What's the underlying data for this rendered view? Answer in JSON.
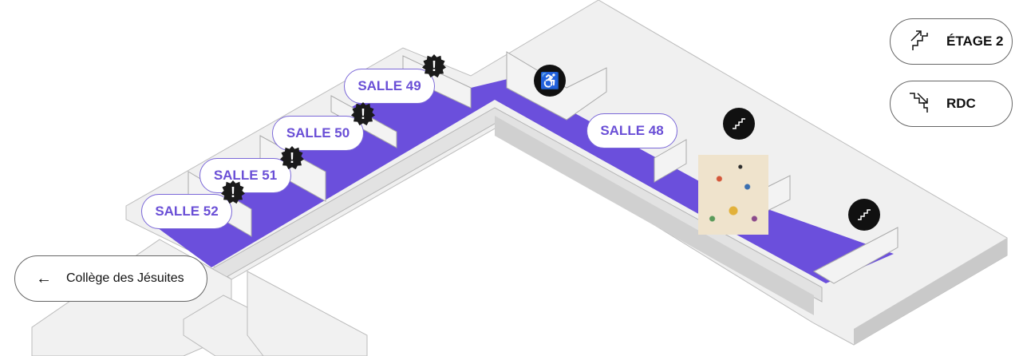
{
  "rooms": [
    {
      "label": "SALLE 49"
    },
    {
      "label": "SALLE 50"
    },
    {
      "label": "SALLE 51"
    },
    {
      "label": "SALLE 52"
    },
    {
      "label": "SALLE 48"
    }
  ],
  "alert_symbol": "!",
  "floors": {
    "up": {
      "label": "ÉTAGE 2",
      "icon": "stairs-up-icon"
    },
    "down": {
      "label": "RDC",
      "icon": "stairs-down-icon"
    }
  },
  "back": {
    "label": "Collège des Jésuites",
    "arrow": "←"
  },
  "colors": {
    "floor": "#6b4fdc",
    "accent_text": "#6a4fd6",
    "wall_top": "#f2f2f2",
    "wall_side": "#c8c8c8"
  }
}
